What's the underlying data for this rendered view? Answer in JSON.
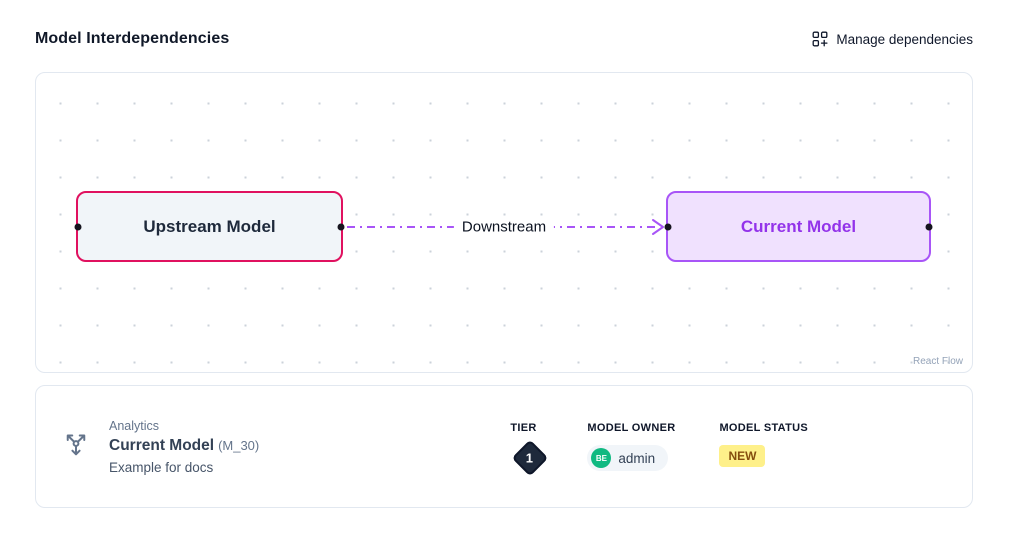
{
  "header": {
    "title": "Model Interdependencies",
    "manage_button": "Manage dependencies"
  },
  "canvas": {
    "nodes": {
      "upstream": {
        "label": "Upstream Model"
      },
      "current": {
        "label": "Current Model"
      }
    },
    "edge": {
      "label": "Downstream"
    },
    "attribution": "React Flow"
  },
  "details": {
    "category": "Analytics",
    "name": "Current Model",
    "code": "(M_30)",
    "description": "Example for docs",
    "tier": {
      "label": "TIER",
      "value": "1"
    },
    "owner": {
      "label": "MODEL OWNER",
      "initials": "BE",
      "name": "admin"
    },
    "status": {
      "label": "MODEL STATUS",
      "value": "NEW"
    }
  },
  "colors": {
    "upstream_border": "#e0115f",
    "upstream_fill": "#f1f5f9",
    "current_border": "#a855f7",
    "current_fill": "#f0e1fe",
    "current_text": "#9333ea",
    "edge": "#a855f7",
    "tier_badge_bg": "#1e293b",
    "owner_avatar_bg": "#10b981",
    "status_badge_bg": "#fef08a",
    "status_badge_text": "#854d0e"
  }
}
